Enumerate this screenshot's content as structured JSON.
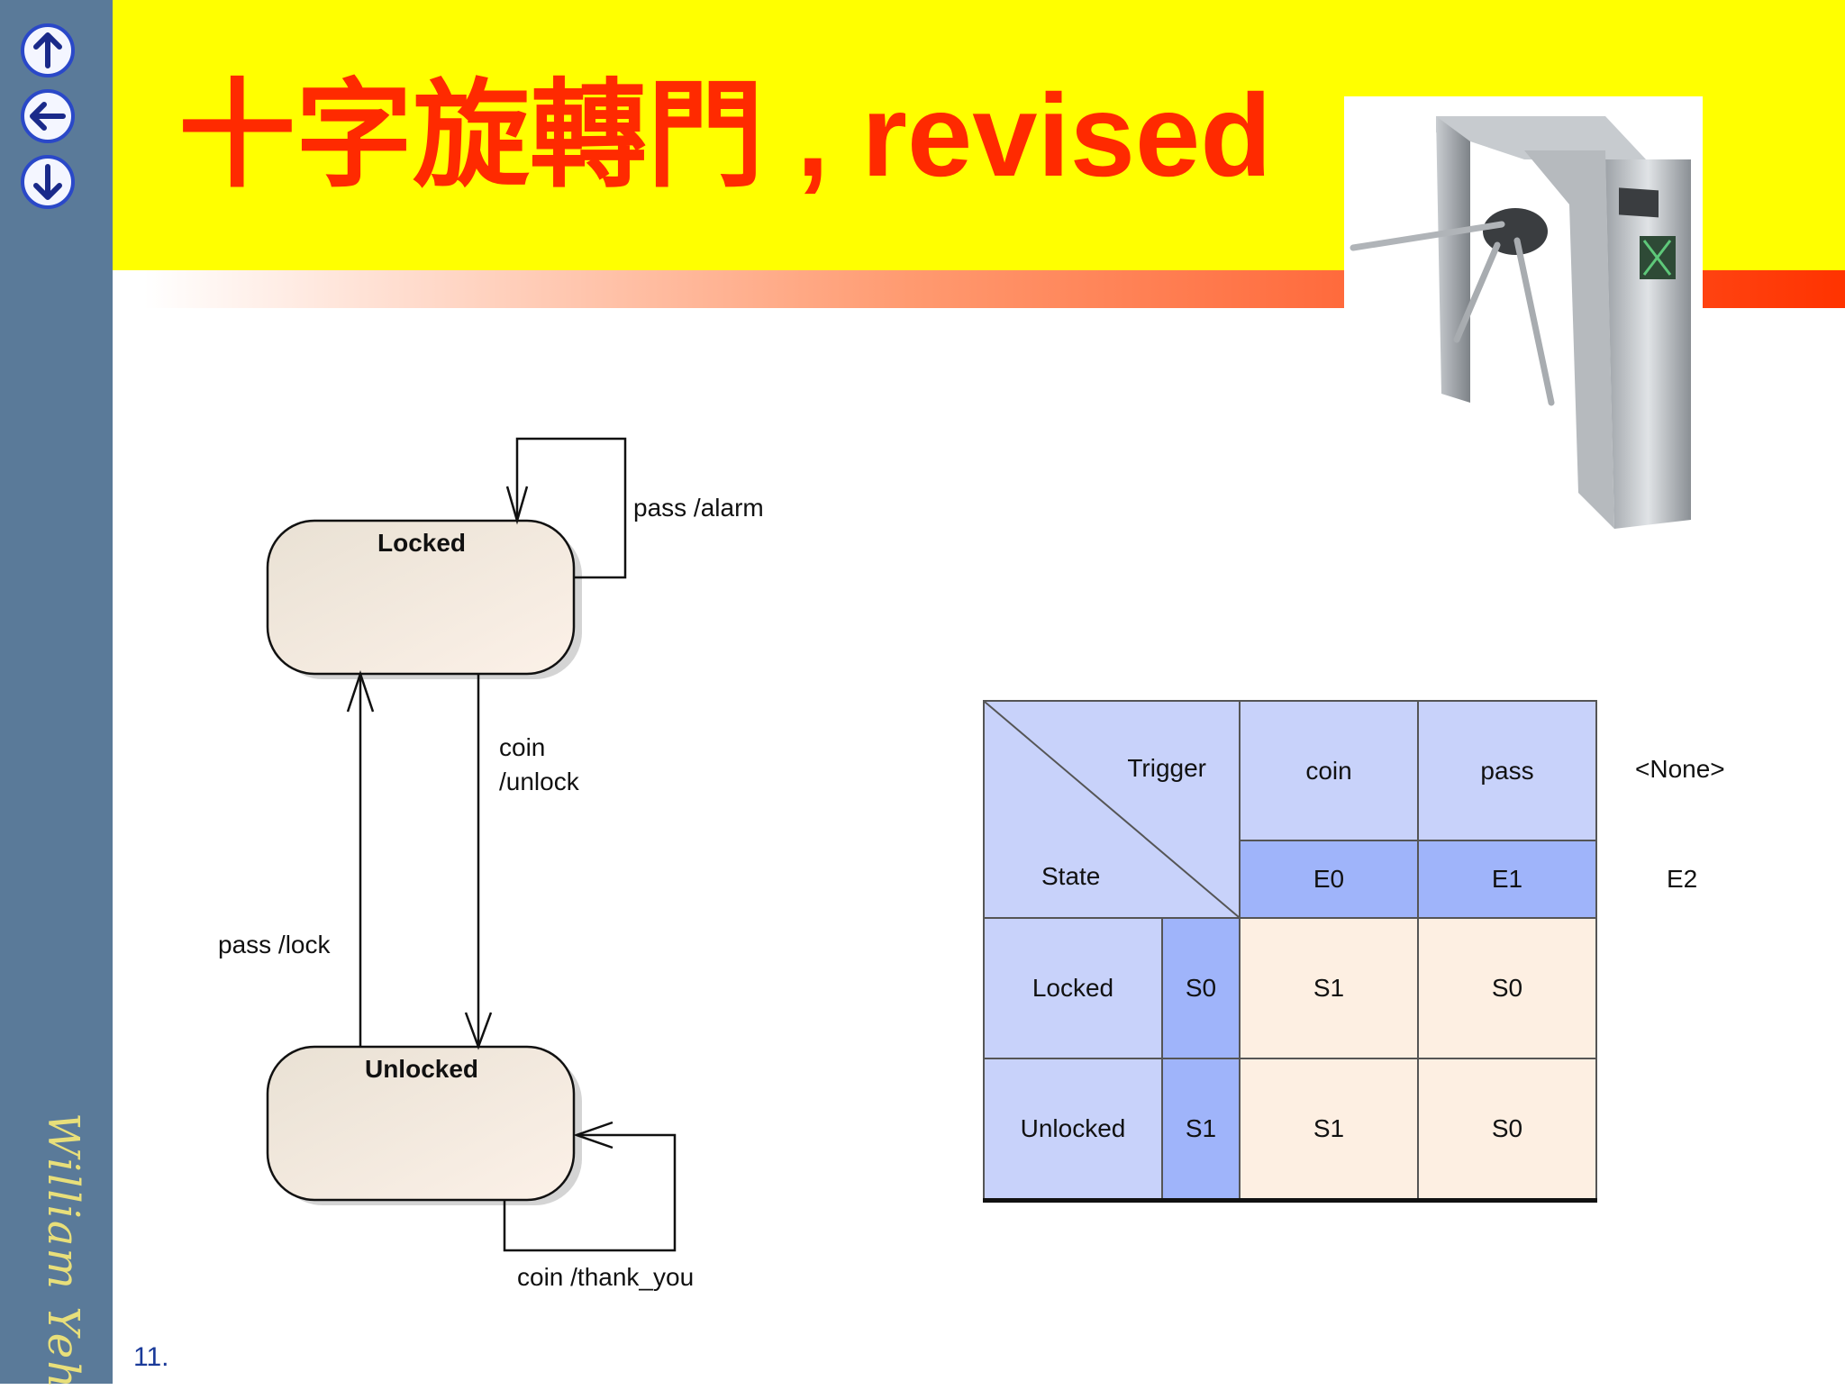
{
  "title": "十字旋轉門 , revised",
  "author": "William Yeh",
  "slide_number": "11.",
  "nav": {
    "up_icon": "arrow-up-icon",
    "back_icon": "arrow-left-icon",
    "down_icon": "arrow-down-icon"
  },
  "diagram": {
    "states": [
      {
        "name": "Locked"
      },
      {
        "name": "Unlocked"
      }
    ],
    "transitions": [
      {
        "from": "Locked",
        "to": "Locked",
        "label": "pass /alarm"
      },
      {
        "from": "Locked",
        "to": "Unlocked",
        "label_line1": "coin",
        "label_line2": "/unlock"
      },
      {
        "from": "Unlocked",
        "to": "Locked",
        "label": "pass /lock"
      },
      {
        "from": "Unlocked",
        "to": "Unlocked",
        "label": "coin /thank_you"
      }
    ]
  },
  "table": {
    "trigger_header": "Trigger",
    "state_header": "State",
    "triggers": [
      "coin",
      "pass",
      "<None>"
    ],
    "events": [
      "E0",
      "E1",
      "E2"
    ],
    "rows": [
      {
        "state": "Locked",
        "code": "S0",
        "cells": [
          "S1",
          "S0"
        ]
      },
      {
        "state": "Unlocked",
        "code": "S1",
        "cells": [
          "S1",
          "S0"
        ]
      }
    ]
  },
  "colors": {
    "title_band": "#ffff00",
    "title_text": "#ff2a00",
    "sidebar": "#5a7a99",
    "header_cell": "#c8d2fa",
    "event_cell": "#9fb4fa",
    "body_cell": "#fdefe2"
  }
}
